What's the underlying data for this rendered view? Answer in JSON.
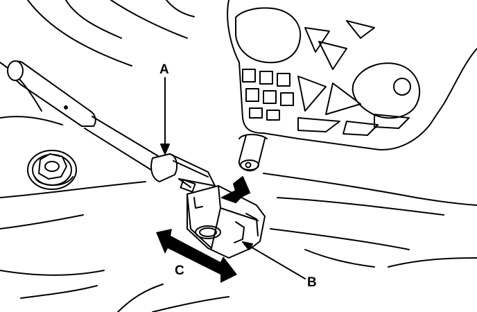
{
  "labels": {
    "a": "A",
    "b": "B",
    "c": "C"
  },
  "colors": {
    "line": "#000000",
    "paper": "#ffffff"
  }
}
